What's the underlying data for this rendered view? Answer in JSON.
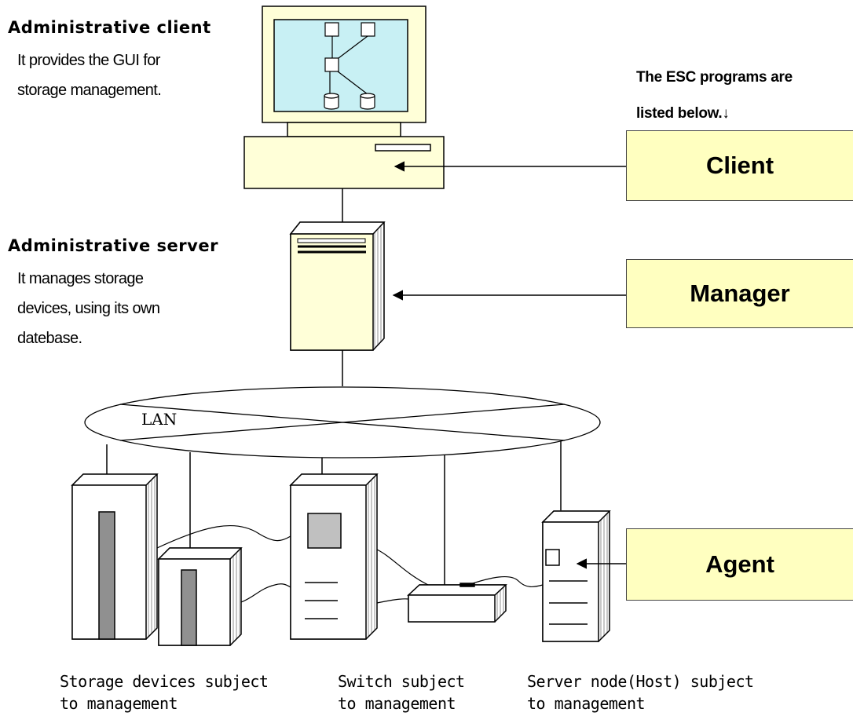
{
  "admin_client": {
    "title": "Administrative client",
    "desc_line1": "It provides the GUI for",
    "desc_line2": "storage management."
  },
  "admin_server": {
    "title": "Administrative server",
    "desc_line1": "It manages storage",
    "desc_line2": "devices, using its own",
    "desc_line3": "datebase."
  },
  "esc_note": {
    "line1": "The ESC programs are",
    "line2": "listed below.↓"
  },
  "programs": {
    "client": "Client",
    "manager": "Manager",
    "agent": "Agent"
  },
  "lan_label": "LAN",
  "bottom_labels": {
    "storage_line1": "Storage devices subject",
    "storage_line2": "to management",
    "switch_line1": "Switch subject",
    "switch_line2": "to management",
    "server_line1": "Server node(Host) subject",
    "server_line2": "to management"
  },
  "colors": {
    "program_box_fill": "#ffffc0",
    "monitor_screen": "#c8f0f4",
    "device_body": "#ffffd8",
    "device_side": "#d8d8d8",
    "storage_slot": "#909090"
  }
}
